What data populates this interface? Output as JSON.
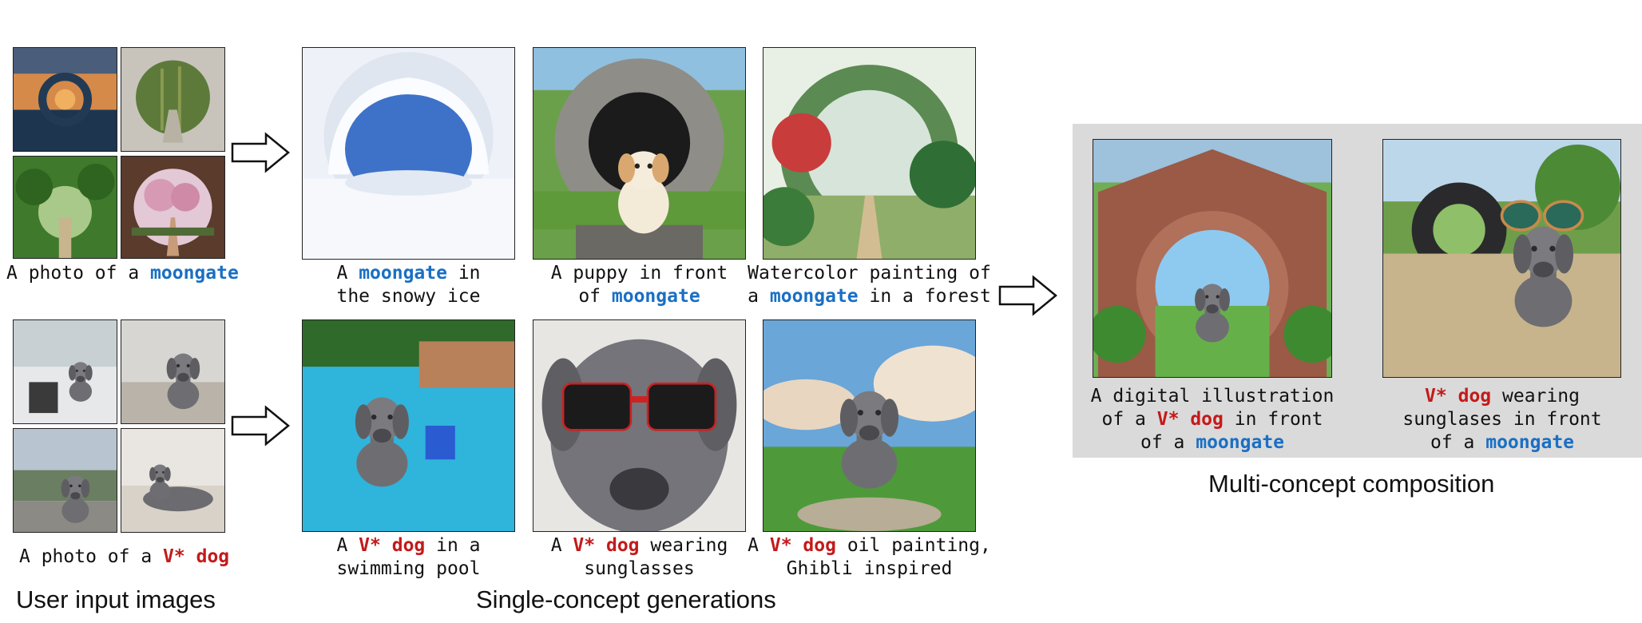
{
  "colors": {
    "concept_blue": "#1a6fc4",
    "concept_red": "#c41a1a",
    "panel_bg": "#dadada"
  },
  "sections": {
    "user_input": "User input images",
    "single_concept": "Single-concept generations",
    "multi_concept": "Multi-concept composition"
  },
  "input_captions": {
    "moongate": {
      "prefix": "A photo of a",
      "concept": "moongate"
    },
    "dog": {
      "prefix": "A photo of a",
      "token": "V*",
      "concept": "dog"
    }
  },
  "moongate_generations": [
    {
      "l1_pre": "A",
      "l1_concept": "moongate",
      "l1_post": "in",
      "l2": "the snowy ice"
    },
    {
      "l1": "A puppy in front",
      "l2_pre": "of",
      "l2_concept": "moongate"
    },
    {
      "l1": "Watercolor painting of",
      "l2_pre": "a",
      "l2_concept": "moongate",
      "l2_post": "in a forest"
    }
  ],
  "dog_generations": [
    {
      "pre": "A",
      "token": "V*",
      "concept": "dog",
      "post": "in a",
      "l2": "swimming pool"
    },
    {
      "pre": "A",
      "token": "V*",
      "concept": "dog",
      "post": "wearing",
      "l2": "sunglasses"
    },
    {
      "pre": "A",
      "token": "V*",
      "concept": "dog",
      "post": "oil painting,",
      "l2": "Ghibli inspired"
    }
  ],
  "multi_generations": [
    {
      "l1": "A digital illustration",
      "l2_pre": "of a",
      "l2_token": "V*",
      "l2_concept": "dog",
      "l2_post": "in front",
      "l3_pre": "of a",
      "l3_concept": "moongate"
    },
    {
      "l1_token": "V*",
      "l1_concept": "dog",
      "l1_post": "wearing",
      "l2": "sunglases in front",
      "l3_pre": "of a",
      "l3_concept": "moongate"
    }
  ],
  "icons": [
    "right-arrow-icon"
  ]
}
